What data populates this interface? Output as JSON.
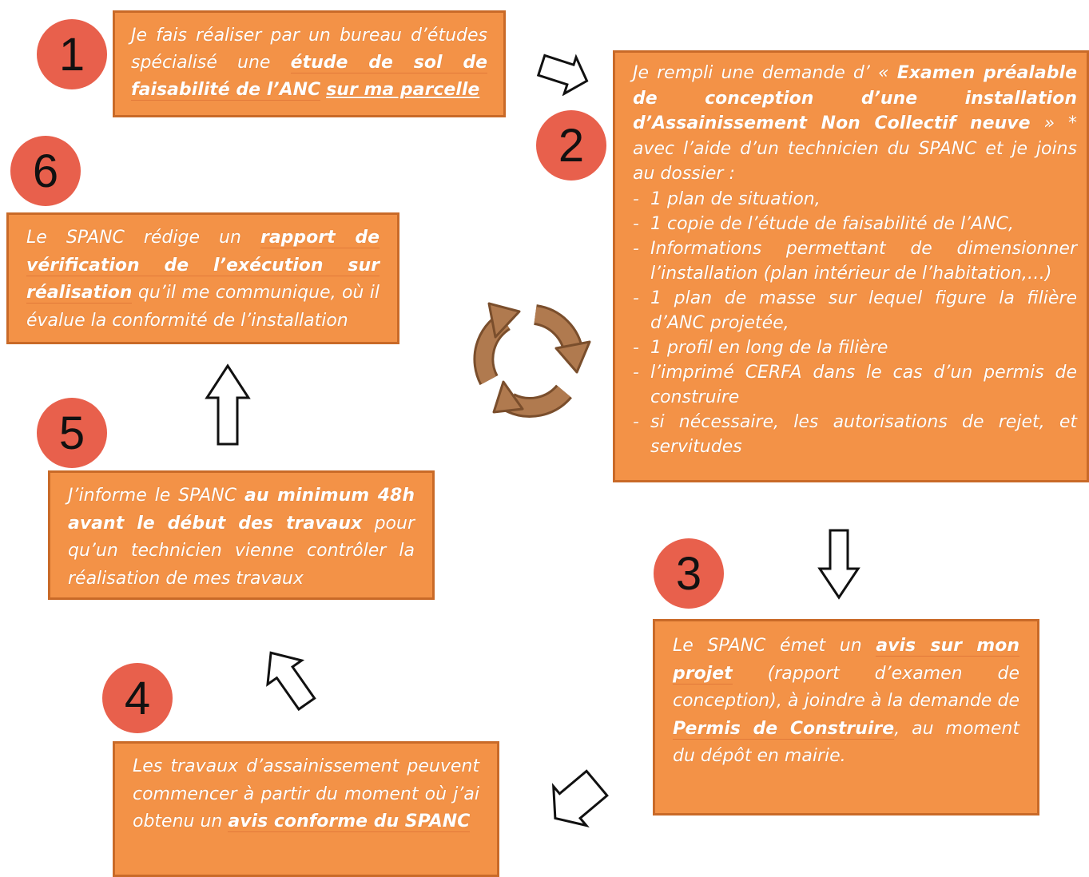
{
  "steps": {
    "s1": {
      "number": "1",
      "p1": "Je fais réaliser par un bureau d’études spécialisé une ",
      "b1": "étude de sol de faisabilité de l’ANC",
      "p2": " ",
      "bu": "sur ma parcelle"
    },
    "s2": {
      "number": "2",
      "p1": "Je rempli une demande d’ « ",
      "b1": "Examen préalable de conception d’une installation d’Assainissement Non Collectif neuve",
      "p2": " » * avec l’aide d’un technicien du SPANC et je joins au dossier :",
      "items": [
        "1 plan de situation,",
        "1 copie de l’étude de faisabilité de l’ANC,",
        "Informations permettant de dimensionner l’installation (plan intérieur de l’habitation,…)",
        "1 plan de masse sur lequel figure la filière d’ANC projetée,",
        "1 profil en long de la filière",
        "l’imprimé CERFA dans le cas d’un permis de construire",
        "si nécessaire, les autorisations de rejet, et servitudes"
      ]
    },
    "s3": {
      "number": "3",
      "p1": "Le SPANC émet un ",
      "b1": "avis sur mon projet",
      "p2": " (rapport d’examen de conception), à joindre à la demande de ",
      "b2": "Permis de Construire",
      "p3": ", au moment du dépôt en mairie."
    },
    "s4": {
      "number": "4",
      "p1": "Les travaux d’assainissement peuvent commencer à partir du moment où j’ai obtenu un ",
      "b1": "avis conforme du SPANC"
    },
    "s5": {
      "number": "5",
      "p1": "J’informe le SPANC ",
      "b1": "au minimum 48h avant le début des travaux",
      "p2": " pour qu’un technicien vienne contrôler la réalisation de mes travaux"
    },
    "s6": {
      "number": "6",
      "p1": "Le SPANC rédige un ",
      "b1": "rapport de vérification de l’exécution sur réalisation",
      "p2": " qu’il me communique, où il évalue la conformité de l’installation"
    }
  },
  "colors": {
    "box_fill": "#f39247",
    "box_border": "#c96a28",
    "circle_fill": "#e8604c",
    "cycle_icon": "#b07a4f"
  },
  "icons": [
    "recycle-cycle-icon",
    "arrow-right-icon",
    "arrow-down-icon",
    "arrow-down-left-icon",
    "arrow-up-left-icon",
    "arrow-up-icon"
  ]
}
